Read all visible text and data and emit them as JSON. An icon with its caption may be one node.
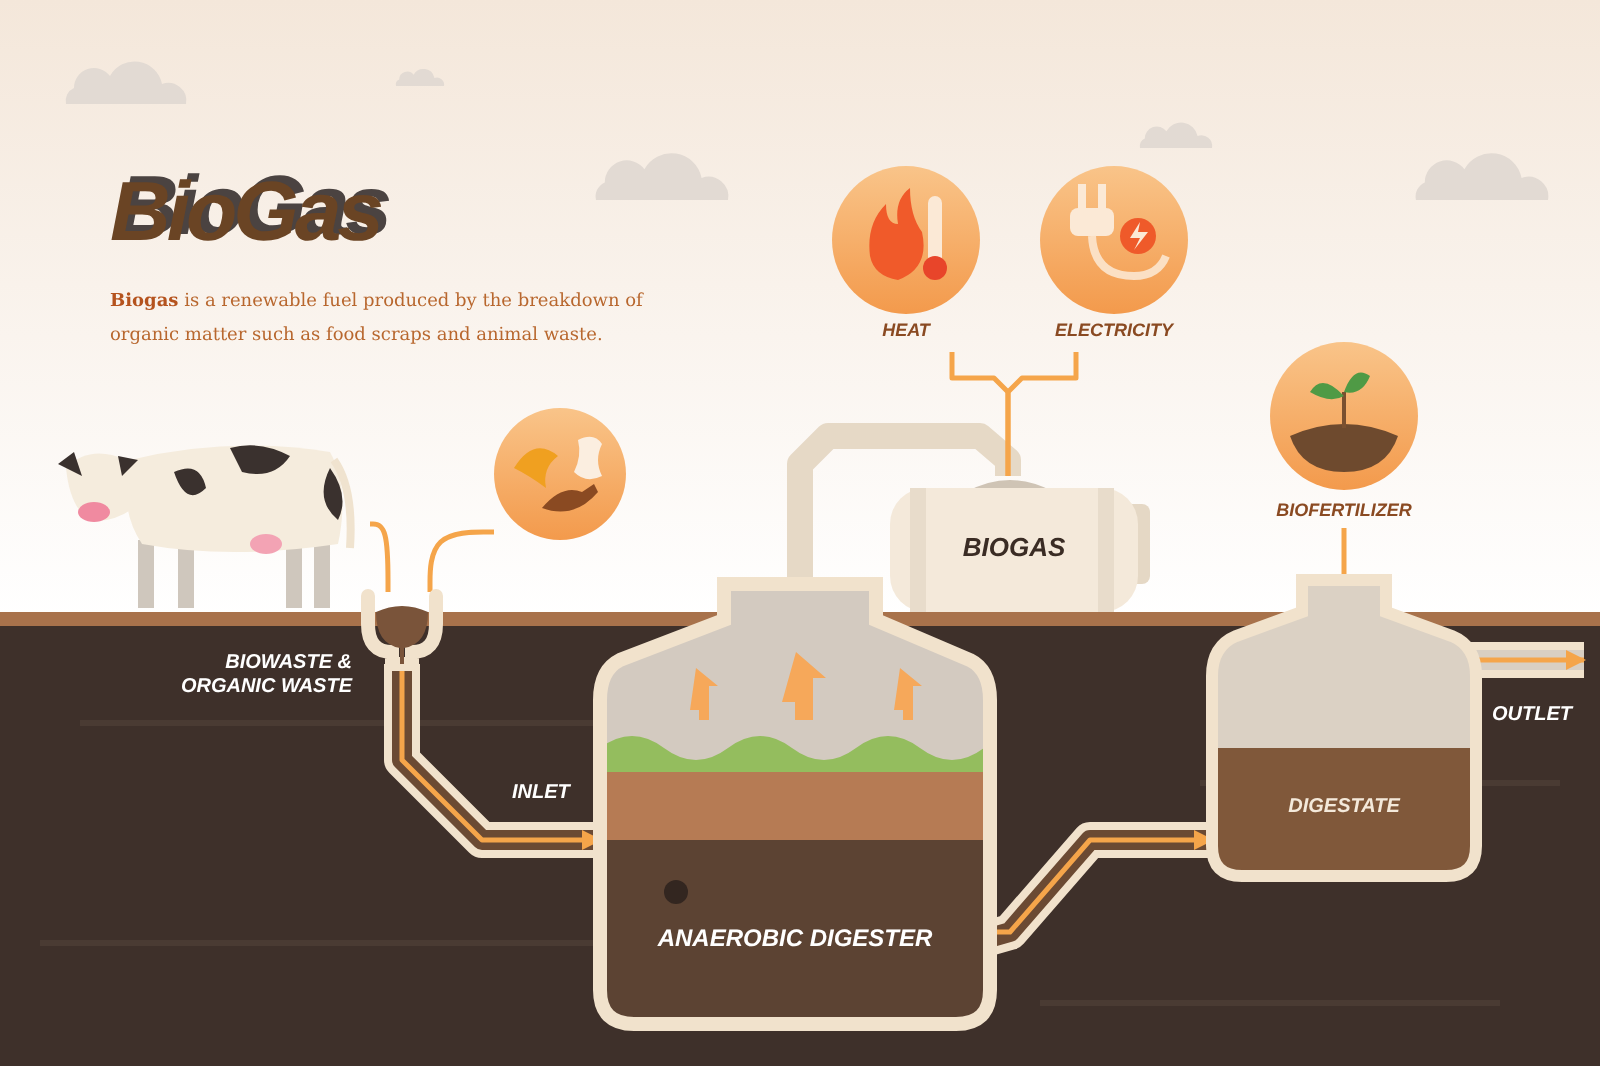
{
  "diagram": {
    "title": "BioGas",
    "caption": "**Biogas** is a renewable fuel produced by the breakdown of organic matter such as food scraps and animal waste.",
    "nodes": [
      {
        "text": [],
        "shape": "picture"
      },
      {
        "text": [],
        "shape": "picture"
      },
      {
        "text": [],
        "shape": "funnel",
        "beside": [
          "BIOWASTE & ORGANIC WASTE"
        ]
      },
      {
        "text": [
          "ANAEROBIC DIGESTER"
        ]
      },
      {
        "text": [
          "BIOGAS"
        ]
      },
      {
        "text": [
          "HEAT"
        ]
      },
      {
        "text": [
          "ELECTRICITY"
        ]
      },
      {
        "text": [
          "DIGESTATE"
        ]
      },
      {
        "text": [
          "BIOFERTILIZER"
        ]
      }
    ],
    "edges": [
      {
        "from": 0,
        "to": 2,
        "arrow": "none"
      },
      {
        "from": 1,
        "to": 2,
        "arrow": "none"
      },
      {
        "from": 2,
        "to": 3,
        "arrow": "to",
        "label": "INLET",
        "style": "thick",
        "color": "#f1e2cc"
      },
      {
        "from": 3,
        "to": 4,
        "arrow": "none",
        "style": "thick",
        "color": "#e6d9c6"
      },
      {
        "from": 4,
        "to": 5,
        "arrow": "none"
      },
      {
        "from": 4,
        "to": 6,
        "arrow": "none"
      },
      {
        "from": 3,
        "to": 7,
        "arrow": "to",
        "style": "thick",
        "color": "#f1e2cc"
      },
      {
        "from": 7,
        "to": 8,
        "arrow": "none"
      },
      {
        "from": 7,
        "to": null,
        "arrow": "to",
        "label": "OUTLET",
        "style": "thick",
        "color": "#f1e2cc"
      }
    ]
  }
}
